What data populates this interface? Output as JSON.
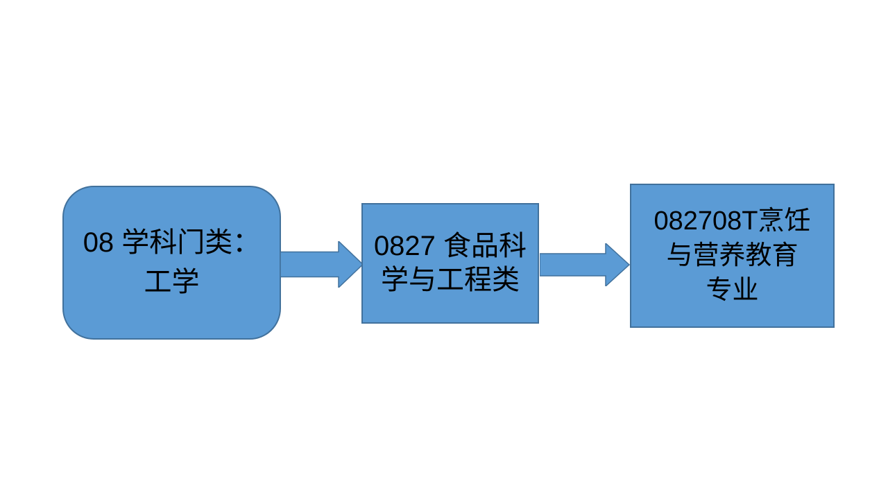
{
  "diagram": {
    "type": "flowchart",
    "direction": "left-to-right",
    "colors": {
      "background": "#ffffff",
      "shape_fill": "#5b9bd5",
      "shape_border": "#41719c",
      "text": "#000000"
    },
    "nodes": [
      {
        "id": "level-1",
        "shape": "rounded-rectangle",
        "label": "08 学科门类：工学",
        "lines": [
          "08 学科门类：",
          "工学"
        ]
      },
      {
        "id": "level-2",
        "shape": "rectangle",
        "label": "0827 食品科学与工程类",
        "lines": [
          "0827 食品科",
          "学与工程类"
        ]
      },
      {
        "id": "level-3",
        "shape": "rectangle",
        "label": "082708T烹饪与营养教育专业",
        "lines": [
          "082708T烹饪",
          "与营养教育",
          "专业"
        ]
      }
    ],
    "connectors": [
      {
        "id": "arrow-1",
        "type": "block-arrow",
        "direction": "right",
        "from": "level-1",
        "to": "level-2"
      },
      {
        "id": "arrow-2",
        "type": "block-arrow",
        "direction": "right",
        "from": "level-2",
        "to": "level-3"
      }
    ]
  }
}
